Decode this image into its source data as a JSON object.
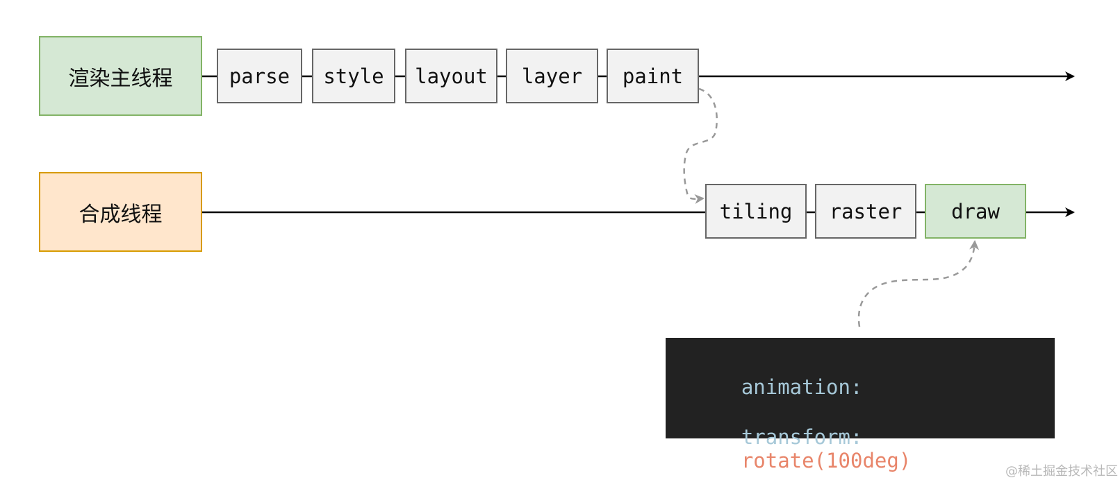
{
  "threads": {
    "main": "渲染主线程",
    "compositor": "合成线程"
  },
  "main_steps": [
    "parse",
    "style",
    "layout",
    "layer",
    "paint"
  ],
  "compositor_steps": [
    "tiling",
    "raster",
    "draw"
  ],
  "code": {
    "line1_property": "animation:",
    "line2_property": "transform:",
    "line2_value": "rotate(100deg)"
  },
  "watermark": "@稀土掘金技术社区",
  "colors": {
    "green_fill": "#d5e8d4",
    "green_stroke": "#82b366",
    "orange_fill": "#ffe6cc",
    "orange_stroke": "#d79b00",
    "step_fill": "#f2f2f2",
    "step_stroke": "#666666",
    "code_bg": "#222222",
    "code_property": "#a6c8d8",
    "code_value": "#e8856a",
    "dashed_arrow": "#999999"
  }
}
